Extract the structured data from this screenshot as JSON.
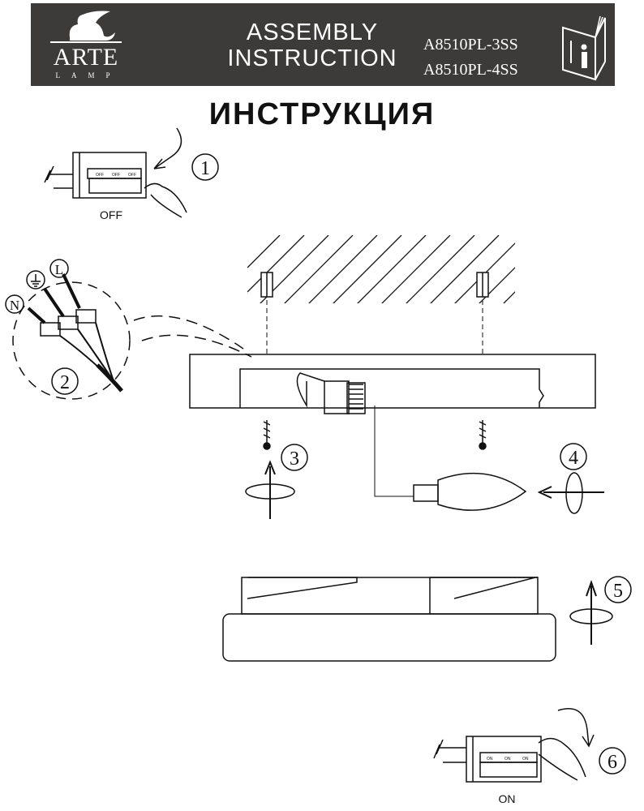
{
  "header": {
    "brand": "ARTE",
    "brand_sub": "LAMP",
    "title_line1": "ASSEMBLY",
    "title_line2": "INSTRUCTION",
    "models": [
      "A8510PL-3SS",
      "A8510PL-4SS"
    ],
    "colors": {
      "band": "#3d3a3a",
      "text": "#ffffff"
    }
  },
  "document": {
    "title": "ИНСТРУКЦИЯ"
  },
  "steps": {
    "step1": {
      "number": "1",
      "caption": "OFF",
      "switch_labels": [
        "OFF",
        "OFF",
        "OFF"
      ]
    },
    "step2": {
      "number": "2",
      "wire_labels": [
        "N",
        "L"
      ]
    },
    "step3": {
      "number": "3"
    },
    "step4": {
      "number": "4"
    },
    "step5": {
      "number": "5"
    },
    "step6": {
      "number": "6",
      "caption": "ON",
      "switch_labels": [
        "ON",
        "ON",
        "ON"
      ]
    }
  }
}
